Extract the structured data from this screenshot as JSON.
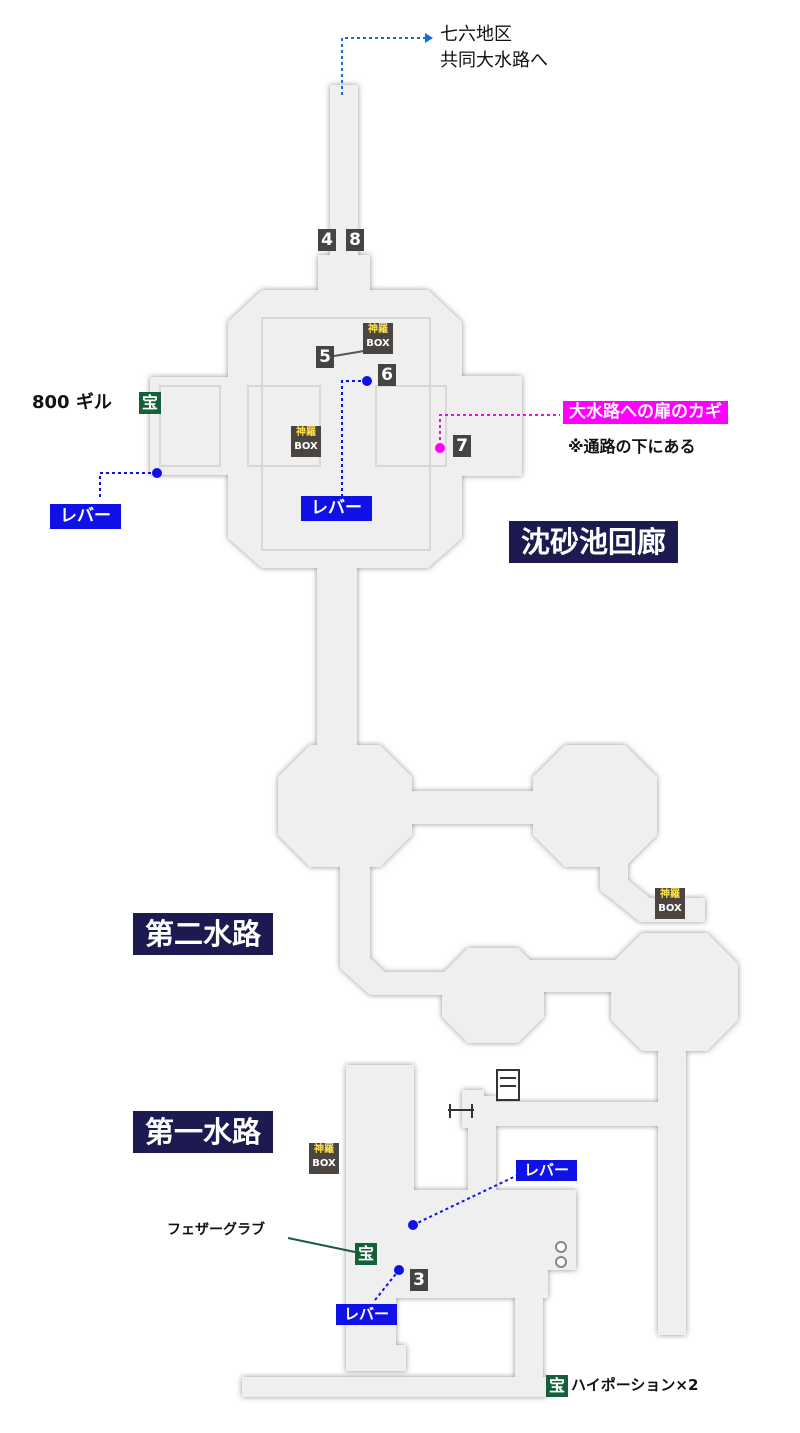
{
  "exit": {
    "line1": "七六地区",
    "line2": "共同大水路へ"
  },
  "areas": {
    "upper": "沈砂池回廊",
    "middle": "第二水路",
    "lower": "第一水路"
  },
  "levers": [
    "レバー",
    "レバー",
    "レバー",
    "レバー"
  ],
  "numbers": [
    "4",
    "8",
    "5",
    "6",
    "7",
    "3"
  ],
  "shinra_box": {
    "line1": "神羅",
    "line2": "BOX"
  },
  "treasure_mark": "宝",
  "treasures": {
    "gil": "800 ギル",
    "feather": "フェザーグラブ",
    "potion": "ハイポーション×2"
  },
  "key_item": {
    "label": "大水路への扉のカギ",
    "note": "※通路の下にある"
  },
  "colors": {
    "floor": "#efefef",
    "area_label": "#1c1a50",
    "lever": "#1010e8",
    "treasure": "#15603a",
    "shinra": "#4a4541",
    "key": "#ff00ff"
  }
}
